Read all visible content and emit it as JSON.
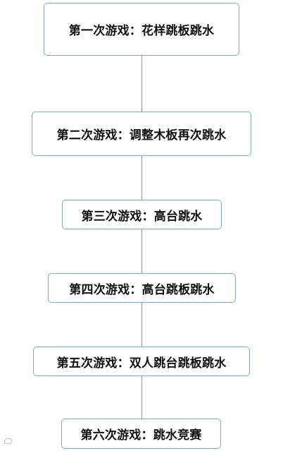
{
  "diagram": {
    "steps": [
      {
        "label": "第一次游戏：花样跳板跳水"
      },
      {
        "label": "第二次游戏：调整木板再次跳水"
      },
      {
        "label": "第三次游戏：高台跳水"
      },
      {
        "label": "第四次游戏：高台跳板跳水"
      },
      {
        "label": "第五次游戏：双人跳台跳板跳水"
      },
      {
        "label": "第六次游戏：跳水竞赛"
      }
    ],
    "colors": {
      "box_border": "#7fa9c9",
      "connector": "#8c8c8c",
      "text": "#111111"
    }
  }
}
